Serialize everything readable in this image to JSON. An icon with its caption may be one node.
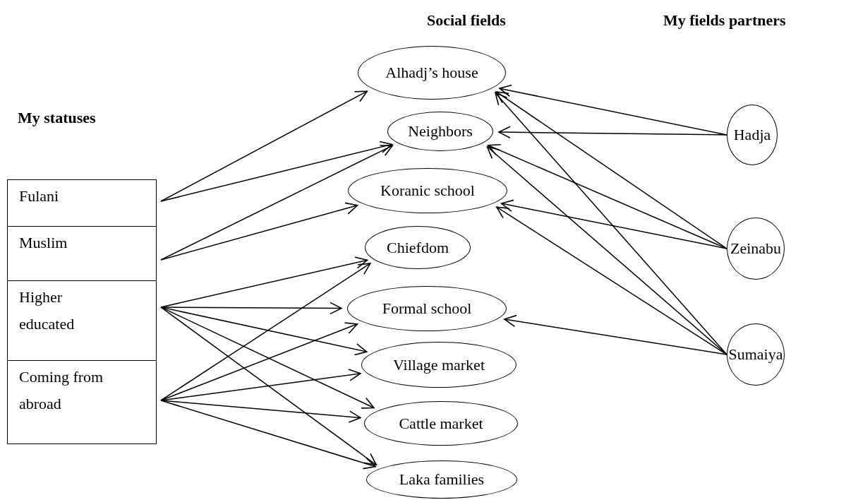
{
  "diagram": {
    "nodes": [
      {
        "text": [
          "Fulani"
        ]
      },
      {
        "text": [
          "Muslim"
        ]
      },
      {
        "text": [
          "Higher educated"
        ]
      },
      {
        "text": [
          "Coming from abroad"
        ]
      },
      {
        "text": [
          "Alhadj’s house"
        ]
      },
      {
        "text": [
          "Neighbors"
        ]
      },
      {
        "text": [
          "Koranic school"
        ]
      },
      {
        "text": [
          "Chiefdom"
        ]
      },
      {
        "text": [
          "Formal school"
        ]
      },
      {
        "text": [
          "Village market"
        ]
      },
      {
        "text": [
          "Cattle market"
        ]
      },
      {
        "text": [
          "Laka families"
        ]
      },
      {
        "text": [
          "Hadja"
        ]
      },
      {
        "text": [
          "Zeinabu"
        ]
      },
      {
        "text": [
          "Sumaiya"
        ]
      }
    ],
    "edges": [
      {
        "from": 0,
        "to": 4,
        "arrow": "to"
      },
      {
        "from": 0,
        "to": 5,
        "arrow": "to"
      },
      {
        "from": 1,
        "to": 5,
        "arrow": "to"
      },
      {
        "from": 1,
        "to": 6,
        "arrow": "to"
      },
      {
        "from": 2,
        "to": 7,
        "arrow": "to"
      },
      {
        "from": 2,
        "to": 8,
        "arrow": "to"
      },
      {
        "from": 2,
        "to": 9,
        "arrow": "to"
      },
      {
        "from": 2,
        "to": 10,
        "arrow": "to"
      },
      {
        "from": 2,
        "to": 11,
        "arrow": "to"
      },
      {
        "from": 3,
        "to": 7,
        "arrow": "to"
      },
      {
        "from": 3,
        "to": 8,
        "arrow": "to"
      },
      {
        "from": 3,
        "to": 9,
        "arrow": "to"
      },
      {
        "from": 3,
        "to": 10,
        "arrow": "to"
      },
      {
        "from": 3,
        "to": 11,
        "arrow": "to"
      },
      {
        "from": 12,
        "to": 4,
        "arrow": "to"
      },
      {
        "from": 12,
        "to": 5,
        "arrow": "to"
      },
      {
        "from": 13,
        "to": 4,
        "arrow": "to"
      },
      {
        "from": 13,
        "to": 5,
        "arrow": "to"
      },
      {
        "from": 13,
        "to": 6,
        "arrow": "to"
      },
      {
        "from": 14,
        "to": 4,
        "arrow": "to"
      },
      {
        "from": 14,
        "to": 5,
        "arrow": "to"
      },
      {
        "from": 14,
        "to": 6,
        "arrow": "to"
      },
      {
        "from": 14,
        "to": 8,
        "arrow": "to"
      }
    ],
    "labels": [
      "Social fields",
      "My fields partners",
      "My statuses"
    ]
  }
}
